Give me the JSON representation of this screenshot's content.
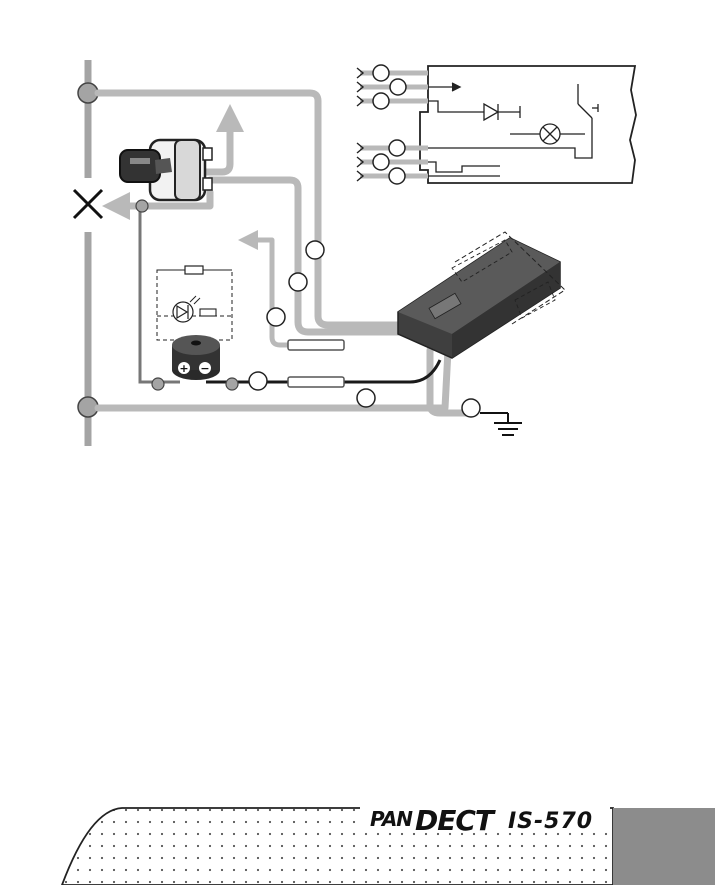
{
  "brand": {
    "name_part1": "PAN",
    "name_part2": "DECT",
    "model": "IS-570"
  },
  "colors": {
    "wire_gray": "#b9b9b9",
    "rail_gray": "#a4a4a4",
    "dark": "#1a1a1a",
    "module_body": "#4a4a4a",
    "corner_tab": "#8c8c8c",
    "dots": "#555555"
  },
  "icons": [
    "ignition-key-switch-icon",
    "buzzer-icon",
    "led-icon",
    "resistor-icon",
    "diode-icon",
    "lamp-icon",
    "relay-switch-icon",
    "ground-icon",
    "wire-break-icon",
    "control-module-icon"
  ],
  "buzzer": {
    "plus": "+",
    "minus": "−"
  }
}
